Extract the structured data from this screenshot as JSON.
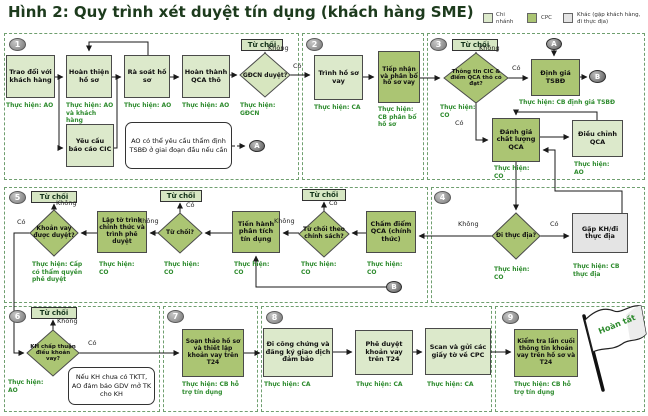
{
  "title": "Hình 2: Quy trình xét duyệt tín dụng (khách hàng SME)",
  "legend": {
    "chi_nhanh": "Chi nhánh",
    "cpc": "CPC",
    "khac": "Khác (gặp khách hàng, đi thực địa)"
  },
  "colors": {
    "branch_fill": "#dce9cb",
    "cpc_fill": "#abc573",
    "other_fill": "#e4e4e4",
    "exec_text": "#2e8b2e",
    "title_text": "#1d3b1d"
  },
  "labels": {
    "yes": "Có",
    "no": "Không",
    "reject": "Từ chối"
  },
  "badges": {
    "a": "A",
    "b": "B"
  },
  "sections": {
    "s1": "1",
    "s2": "2",
    "s3": "3",
    "s4": "4",
    "s5": "5",
    "s6": "6",
    "s7": "7",
    "s8": "8",
    "s9": "9"
  },
  "flag": {
    "done": "Hoàn tất"
  },
  "notes": {
    "tsbd": "AO có thể yêu cầu thẩm định TSBĐ ở giai đoạn đầu nếu cần",
    "tktt": "Nếu KH chưa có TKTT, AO đảm bảo GDV mở TK cho KH"
  },
  "nodes": {
    "trao_doi": {
      "label": "Trao đổi với khách hàng",
      "exec": "Thực hiện: AO"
    },
    "hoan_thien": {
      "label": "Hoàn thiện hồ sơ",
      "exec": "Thực hiện: AO và khách hàng"
    },
    "ra_soat": {
      "label": "Rà soát hồ sơ",
      "exec": "Thực hiện: AO"
    },
    "hoan_thanh_qca": {
      "label": "Hoàn thành QCA thô",
      "exec": "Thực hiện: AO"
    },
    "gdcn_duyet": {
      "label": "GĐCN duyệt?",
      "exec": "Thực hiện: GĐCN"
    },
    "yeu_cau_cic": {
      "label": "Yêu cầu báo cáo CIC"
    },
    "trinh_ho_so": {
      "label": "Trình hồ sơ vay",
      "exec": "Thực hiện: CA"
    },
    "tiep_nhan": {
      "label": "Tiếp nhận và phân bổ hồ sơ vay",
      "exec": "Thực hiện: CB phân bổ hồ sơ"
    },
    "cic_qca_dat": {
      "label": "Thông tin CIC & điểm QCA thô có đạt?",
      "exec": "Thực hiện: CO"
    },
    "dinh_gia_tsbd": {
      "label": "Định giá TSBĐ",
      "exec": "Thực hiện: CB định giá TSBĐ"
    },
    "danh_gia_qca": {
      "label": "Đánh giá chất lượng QCA",
      "exec": "Thực hiện: CO"
    },
    "dieu_chinh_qca": {
      "label": "Điều chỉnh QCA",
      "exec": "Thực hiện: AO"
    },
    "khoan_vay_duyet": {
      "label": "Khoản vay được duyệt?",
      "exec": "Thực hiện: Cấp có thẩm quyền phê duyệt"
    },
    "lap_to_trinh": {
      "label": "Lập tờ trình chính thức và trình phê duyệt",
      "exec": "Thực hiện: CO"
    },
    "tu_choi_q": {
      "label": "Từ chối?",
      "exec": "Thực hiện: CO"
    },
    "tien_hanh_pt": {
      "label": "Tiến hành phân tích tín dụng",
      "exec": "Thực hiện: CO"
    },
    "tu_choi_cs": {
      "label": "Từ chối theo chính sách?",
      "exec": "Thực hiện: CO"
    },
    "cham_diem_qca": {
      "label": "Chấm điểm QCA (chính thức)",
      "exec": "Thực hiện: CO"
    },
    "di_thuc_dia": {
      "label": "Đi thực địa?",
      "exec": "Thực hiện: CO"
    },
    "gap_kh": {
      "label": "Gặp KH/đi thực địa",
      "exec": "Thực hiện: CB thực địa"
    },
    "kh_chap_thuan": {
      "label": "KH chấp thuận điều khoản vay?",
      "exec": "Thực hiện: AO"
    },
    "soan_thao": {
      "label": "Soạn thảo hồ sơ và thiết lập khoản vay trên T24",
      "exec": "Thực hiện: CB hỗ trợ tín dụng"
    },
    "di_cong_chung": {
      "label": "Đi công chứng và đăng ký giao dịch đảm bảo",
      "exec": "Thực hiện: CA"
    },
    "phe_duyet_t24": {
      "label": "Phê duyệt khoản vay trên T24",
      "exec": "Thực hiện: CA"
    },
    "scan_gui": {
      "label": "Scan và gửi các giấy tờ về CPC",
      "exec": "Thực hiện: CA"
    },
    "kiem_tra": {
      "label": "Kiểm tra lần cuối thông tin khoản vay trên hồ sơ và T24",
      "exec": "Thực hiện: CB hỗ trợ tín dụng"
    }
  }
}
